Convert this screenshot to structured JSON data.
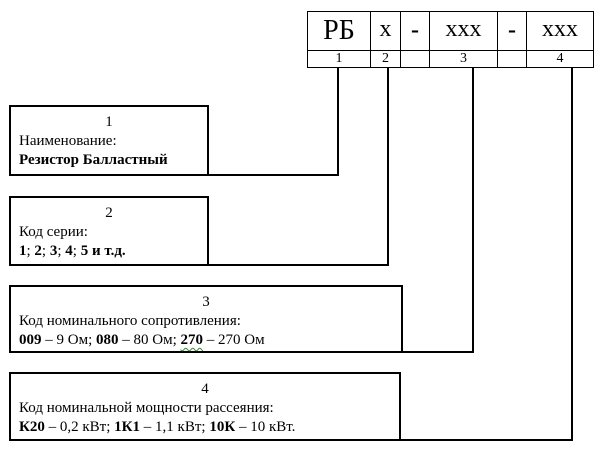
{
  "header": {
    "segments": [
      {
        "id": "code-pb",
        "text": "РБ"
      },
      {
        "id": "code-x",
        "text": "х"
      },
      {
        "id": "dash-1",
        "text": "-"
      },
      {
        "id": "code-xxx-1",
        "text": "ххх"
      },
      {
        "id": "dash-2",
        "text": "-"
      },
      {
        "id": "code-xxx-2",
        "text": "ххх"
      }
    ],
    "numbers": [
      "1",
      "2",
      "3",
      "4"
    ]
  },
  "boxes": [
    {
      "num": "1",
      "label": "Наименование:",
      "values": [
        {
          "text": "Резистор Балластный",
          "bold": true
        }
      ]
    },
    {
      "num": "2",
      "label": "Код серии:",
      "values": [
        {
          "text": "1",
          "bold": true
        },
        {
          "text": "; ",
          "bold": false
        },
        {
          "text": "2",
          "bold": true
        },
        {
          "text": "; ",
          "bold": false
        },
        {
          "text": "3",
          "bold": true
        },
        {
          "text": "; ",
          "bold": false
        },
        {
          "text": "4",
          "bold": true
        },
        {
          "text": "; ",
          "bold": false
        },
        {
          "text": "5 и т.д.",
          "bold": true
        }
      ]
    },
    {
      "num": "3",
      "label": "Код номинального сопротивления:",
      "values": [
        {
          "text": "009",
          "bold": true
        },
        {
          "text": " – 9 Ом; ",
          "bold": false
        },
        {
          "text": "080",
          "bold": true
        },
        {
          "text": " – 80 Ом; ",
          "bold": false
        },
        {
          "text": "270",
          "bold": true,
          "squiggle": true
        },
        {
          "text": " – 270 Ом",
          "bold": false
        }
      ]
    },
    {
      "num": "4",
      "label": "Код номинальной мощности рассеяния:",
      "values": [
        {
          "text": "К20",
          "bold": true
        },
        {
          "text": " – 0,2 кВт; ",
          "bold": false
        },
        {
          "text": "1К1",
          "bold": true
        },
        {
          "text": " – 1,1 кВт; ",
          "bold": false
        },
        {
          "text": "10К",
          "bold": true
        },
        {
          "text": " – 10 кВт.",
          "bold": false
        }
      ]
    }
  ]
}
